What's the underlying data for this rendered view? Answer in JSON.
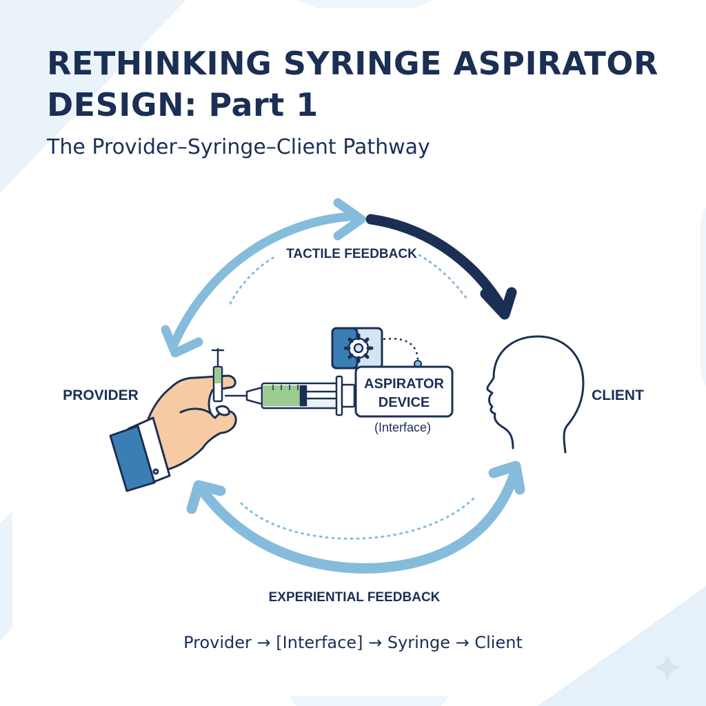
{
  "title": {
    "line1": "RETHINKING SYRINGE ASPIRATOR",
    "line2": "DESIGN: Part 1",
    "subtitle": "The Provider–Syringe–Client Pathway"
  },
  "nodes": {
    "provider": "PROVIDER",
    "client": "CLIENT",
    "device_line1": "ASPIRATOR",
    "device_line2": "DEVICE",
    "device_sub": "(Interface)"
  },
  "feedback": {
    "top": "TACTILE FEEDBACK",
    "bottom": "EXPERIENTIAL FEEDBACK"
  },
  "pathway": "Provider → [Interface] → Syringe → Client",
  "colors": {
    "navy": "#1b2f55",
    "light_blue": "#86bcdb",
    "pale_blue": "#eaf3fa",
    "skin": "#f6cba4",
    "fluid_green": "#9ccc8f",
    "cuff_blue": "#3a7fb4"
  },
  "icons": [
    "hand-icon",
    "syringe-icon",
    "gear-icon",
    "head-icon"
  ]
}
